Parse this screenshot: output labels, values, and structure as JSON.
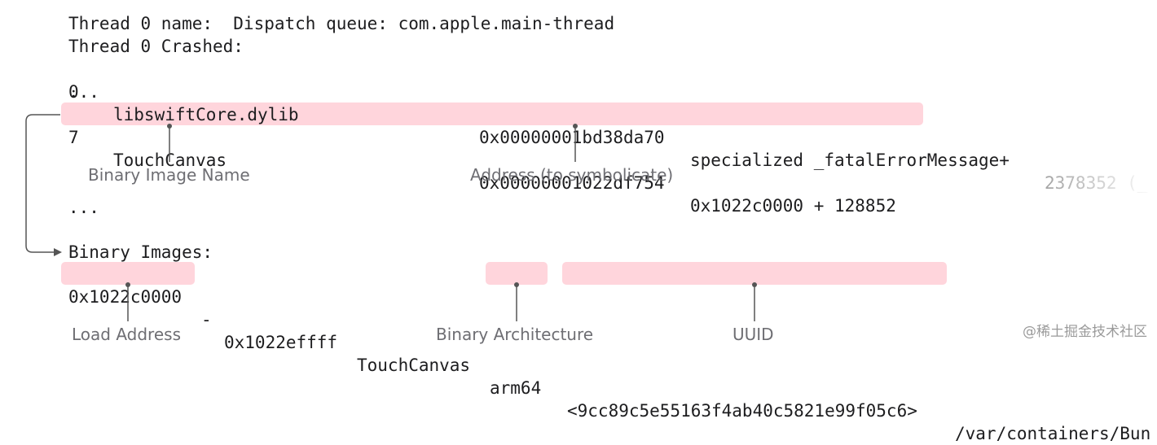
{
  "crash_log": {
    "thread_name_line": "Thread 0 name:  Dispatch queue: com.apple.main-thread",
    "thread_crashed_line": "Thread 0 Crashed:",
    "frame0": {
      "index": "0",
      "image": "libswiftCore.dylib",
      "address": "0x00000001bd38da70",
      "symbol": "specialized _fatalErrorMessage+",
      "offset": "2378352 (_"
    },
    "ellipsis1": "...",
    "frame7": {
      "index": "7",
      "image": "TouchCanvas",
      "address": "0x00000001022df754",
      "load_plus_offset": "0x1022c0000 + 128852"
    },
    "ellipsis2": "...",
    "binary_images_header": "Binary Images:",
    "binary_image": {
      "load_address": "0x1022c0000",
      "dash": "-",
      "end_address": "0x1022effff",
      "name": "TouchCanvas",
      "arch": "arm64",
      "uuid": "<9cc89c5e55163f4ab40c5821e99f05c6>",
      "path": "/var/containers/Bun"
    }
  },
  "annotations": {
    "binary_image_name": "Binary Image Name",
    "address_to_symbolicate": "Address (to symbolicate)",
    "load_address": "Load Address",
    "binary_architecture": "Binary Architecture",
    "uuid": "UUID"
  },
  "watermark": "@稀土掘金技术社区",
  "colors": {
    "highlight": "#ffd5dc",
    "text": "#1d1d1f",
    "annotation_text": "#6e6e73",
    "leader_line": "#555555"
  }
}
